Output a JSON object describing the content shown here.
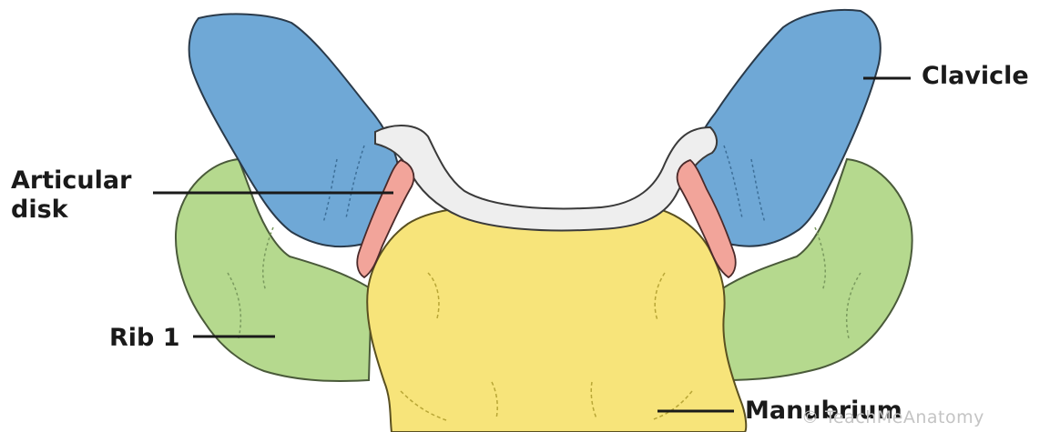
{
  "labels": {
    "clavicle": "Clavicle",
    "articular_disk_line1": "Articular",
    "articular_disk_line2": "disk",
    "rib1": "Rib 1",
    "manubrium": "Manubrium"
  },
  "watermark": "© TeachMeAnatomy",
  "colors": {
    "clavicle": "#6fa8d6",
    "articular_disk": "#f2a49a",
    "rib": "#b5d98e",
    "manubrium": "#f7e47a",
    "cartilage": "#eeeeee"
  }
}
